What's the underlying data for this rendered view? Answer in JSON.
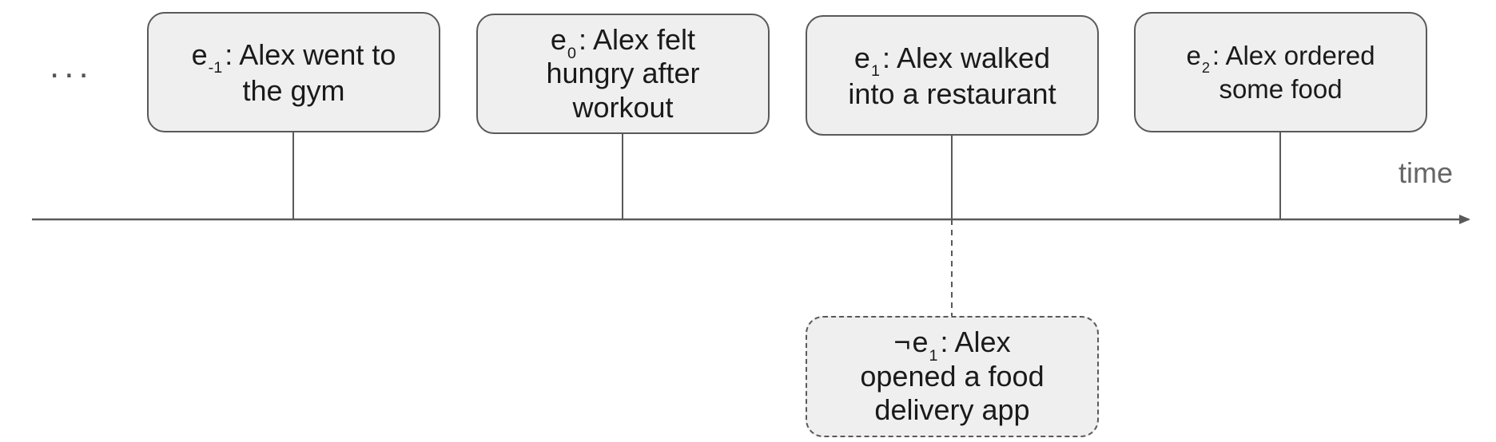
{
  "ellipsis": "...",
  "axis_label": "time",
  "colors": {
    "box_fill": "#efefef",
    "box_border": "#595959",
    "axis": "#595959",
    "text": "#1a1a1a",
    "muted_text": "#666666"
  },
  "events": [
    {
      "symbol": "e",
      "subscript": "-1",
      "separator": ":",
      "line1_rest": "Alex went to",
      "line2": "the gym",
      "line3": ""
    },
    {
      "symbol": "e",
      "subscript": "0",
      "separator": ":",
      "line1_rest": "Alex felt",
      "line2": "hungry after",
      "line3": "workout"
    },
    {
      "symbol": "e",
      "subscript": "1",
      "separator": ":",
      "line1_rest": "Alex walked",
      "line2": "into a restaurant",
      "line3": ""
    },
    {
      "symbol": "e",
      "subscript": "2",
      "separator": ":",
      "line1_rest": "Alex ordered",
      "line2": "some food",
      "line3": ""
    }
  ],
  "counterfactual": {
    "negation": "¬",
    "symbol": "e",
    "subscript": "1",
    "separator": ":",
    "line1_rest": "Alex",
    "line2": "opened a food",
    "line3": "delivery app"
  }
}
